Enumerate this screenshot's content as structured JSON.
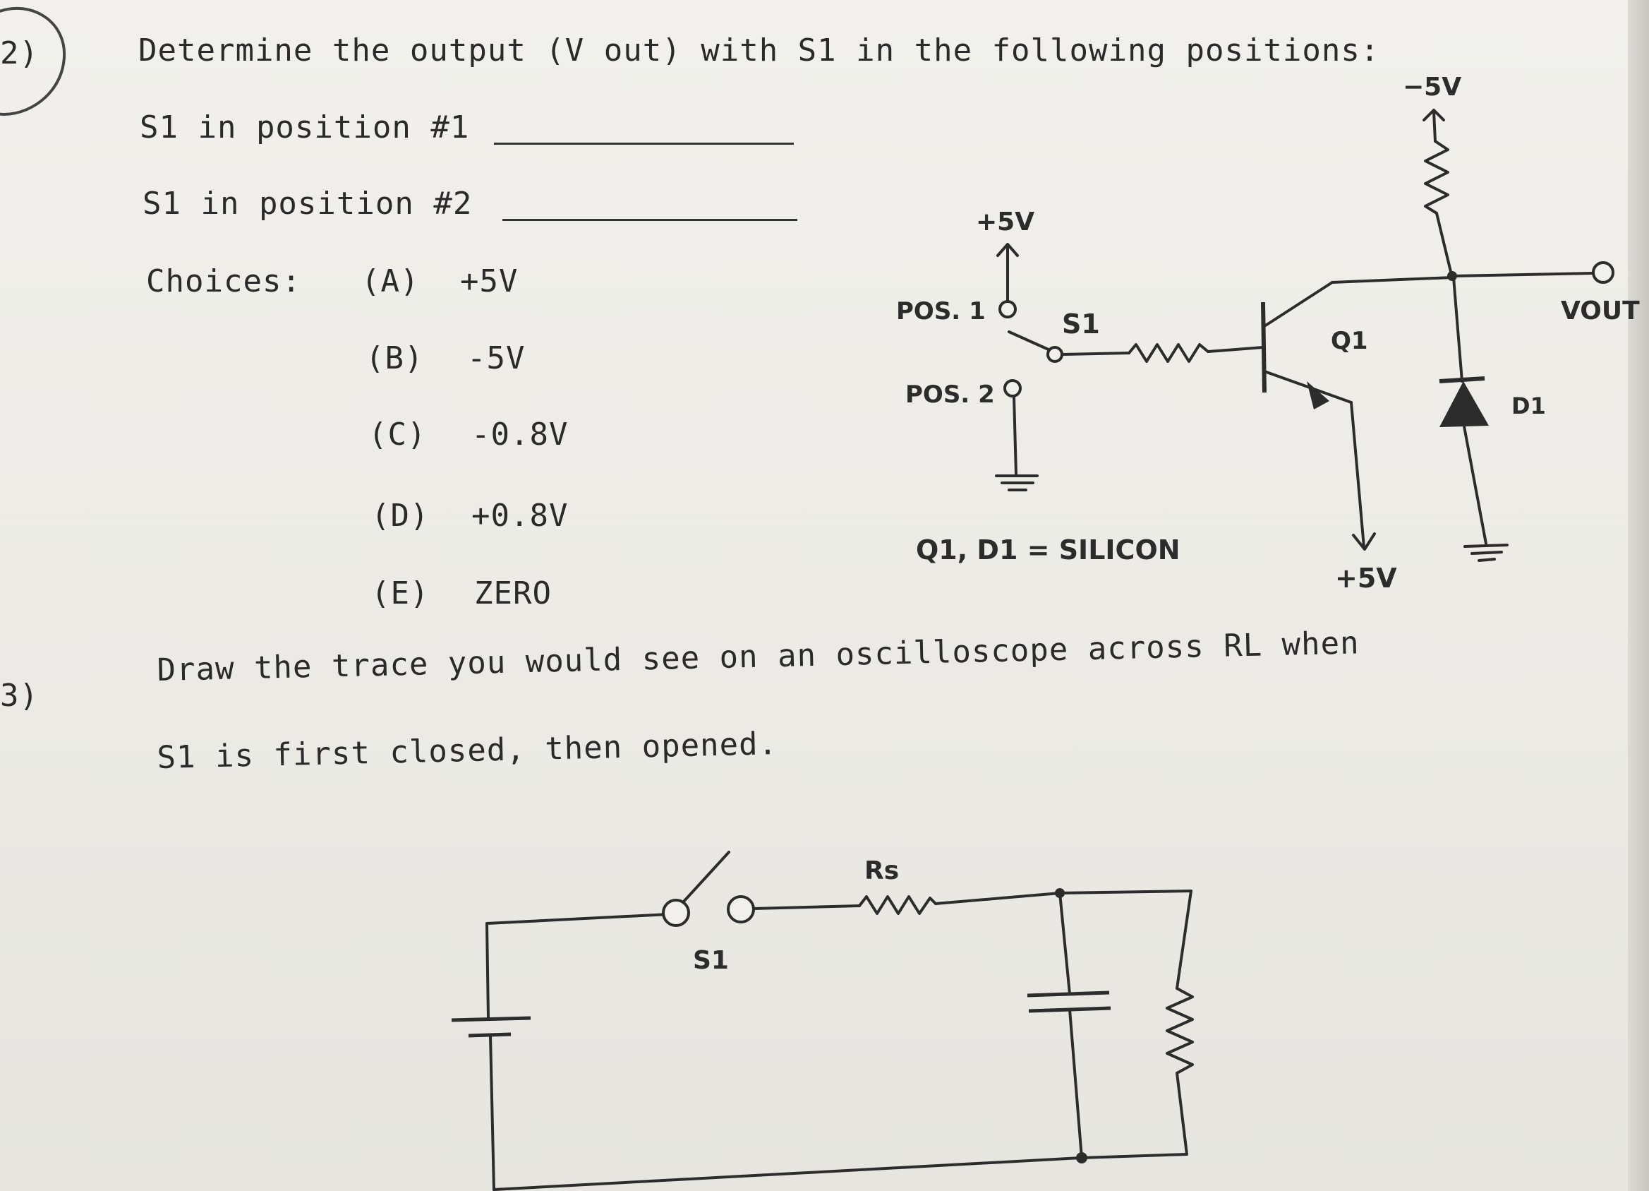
{
  "q2": {
    "number": "2)",
    "prompt": "Determine the output (V out) with S1 in the following positions:",
    "s1_pos1": "S1 in position #1",
    "s1_pos2": "S1 in position #2",
    "choices_label": "Choices:",
    "choices": [
      {
        "letter": "(A)",
        "value": "+5V"
      },
      {
        "letter": "(B)",
        "value": "-5V"
      },
      {
        "letter": "(C)",
        "value": "-0.8V"
      },
      {
        "letter": "(D)",
        "value": "+0.8V"
      },
      {
        "letter": "(E)",
        "value": "ZERO"
      }
    ],
    "circuit": {
      "supply_top": "+5V",
      "neg_supply": "−5V",
      "pos1": "POS. 1",
      "pos2": "POS. 2",
      "switch": "S1",
      "transistor": "Q1",
      "diode": "D1",
      "output": "VOUT",
      "emitter_supply": "+5V",
      "note": "Q1, D1 = SILICON"
    }
  },
  "q3": {
    "number": "3)",
    "prompt_line1": "Draw the trace you would see on an oscilloscope across RL when",
    "prompt_line2": "S1 is first closed, then opened.",
    "circuit": {
      "resistor": "Rs",
      "switch": "S1"
    }
  }
}
